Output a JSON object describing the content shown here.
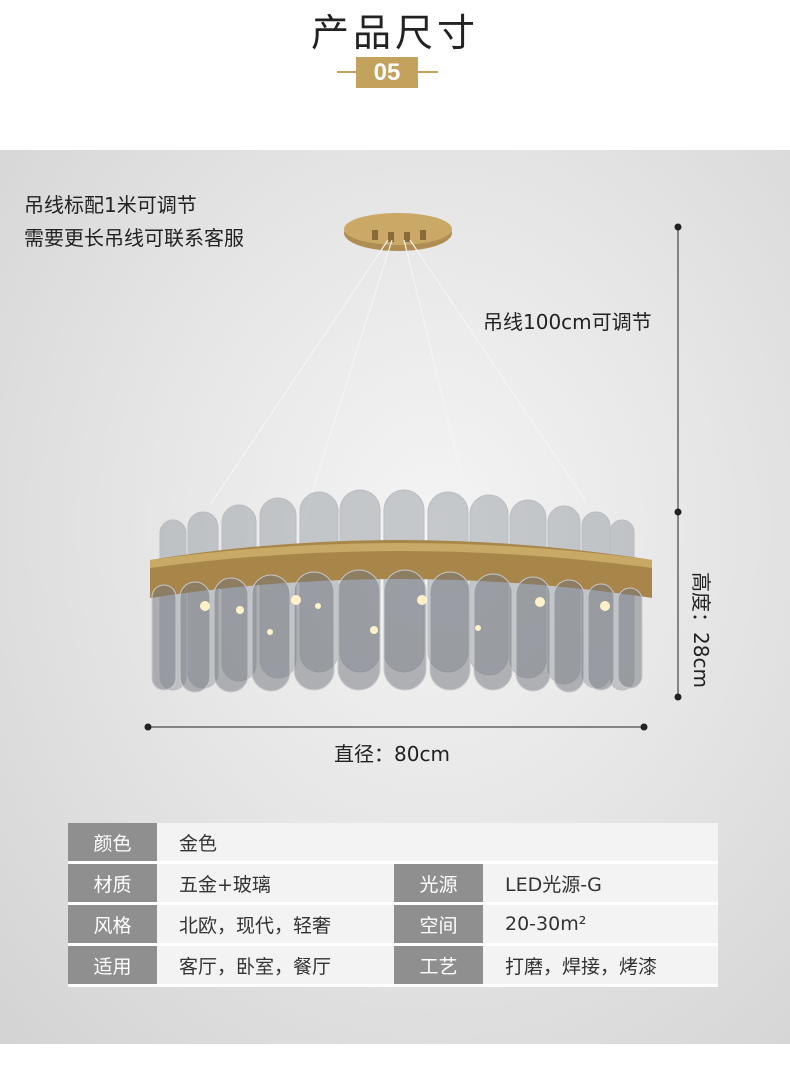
{
  "header": {
    "title": "产品尺寸",
    "badge": "05"
  },
  "notes": {
    "line1": "吊线标配1米可调节",
    "line2": "需要更长吊线可联系客服"
  },
  "dimensions": {
    "cable": "吊线100cm可调节",
    "height": "高度：28cm",
    "diameter": "直径：80cm"
  },
  "specs": {
    "row1": {
      "k1": "颜色",
      "v1": "金色"
    },
    "row2": {
      "k1": "材质",
      "v1": "五金+玻璃",
      "k2": "光源",
      "v2": "LED光源-G"
    },
    "row3": {
      "k1": "风格",
      "v1": "北欧，现代，轻奢",
      "k2": "空间",
      "v2": "20-30m²"
    },
    "row4": {
      "k1": "适用",
      "v1": "客厅，卧室，餐厅",
      "k2": "工艺",
      "v2": "打磨，焊接，烤漆"
    }
  },
  "colors": {
    "gold": "#c2a25c",
    "label_bg": "#8f8f8f",
    "value_bg": "#f3f3f3"
  }
}
